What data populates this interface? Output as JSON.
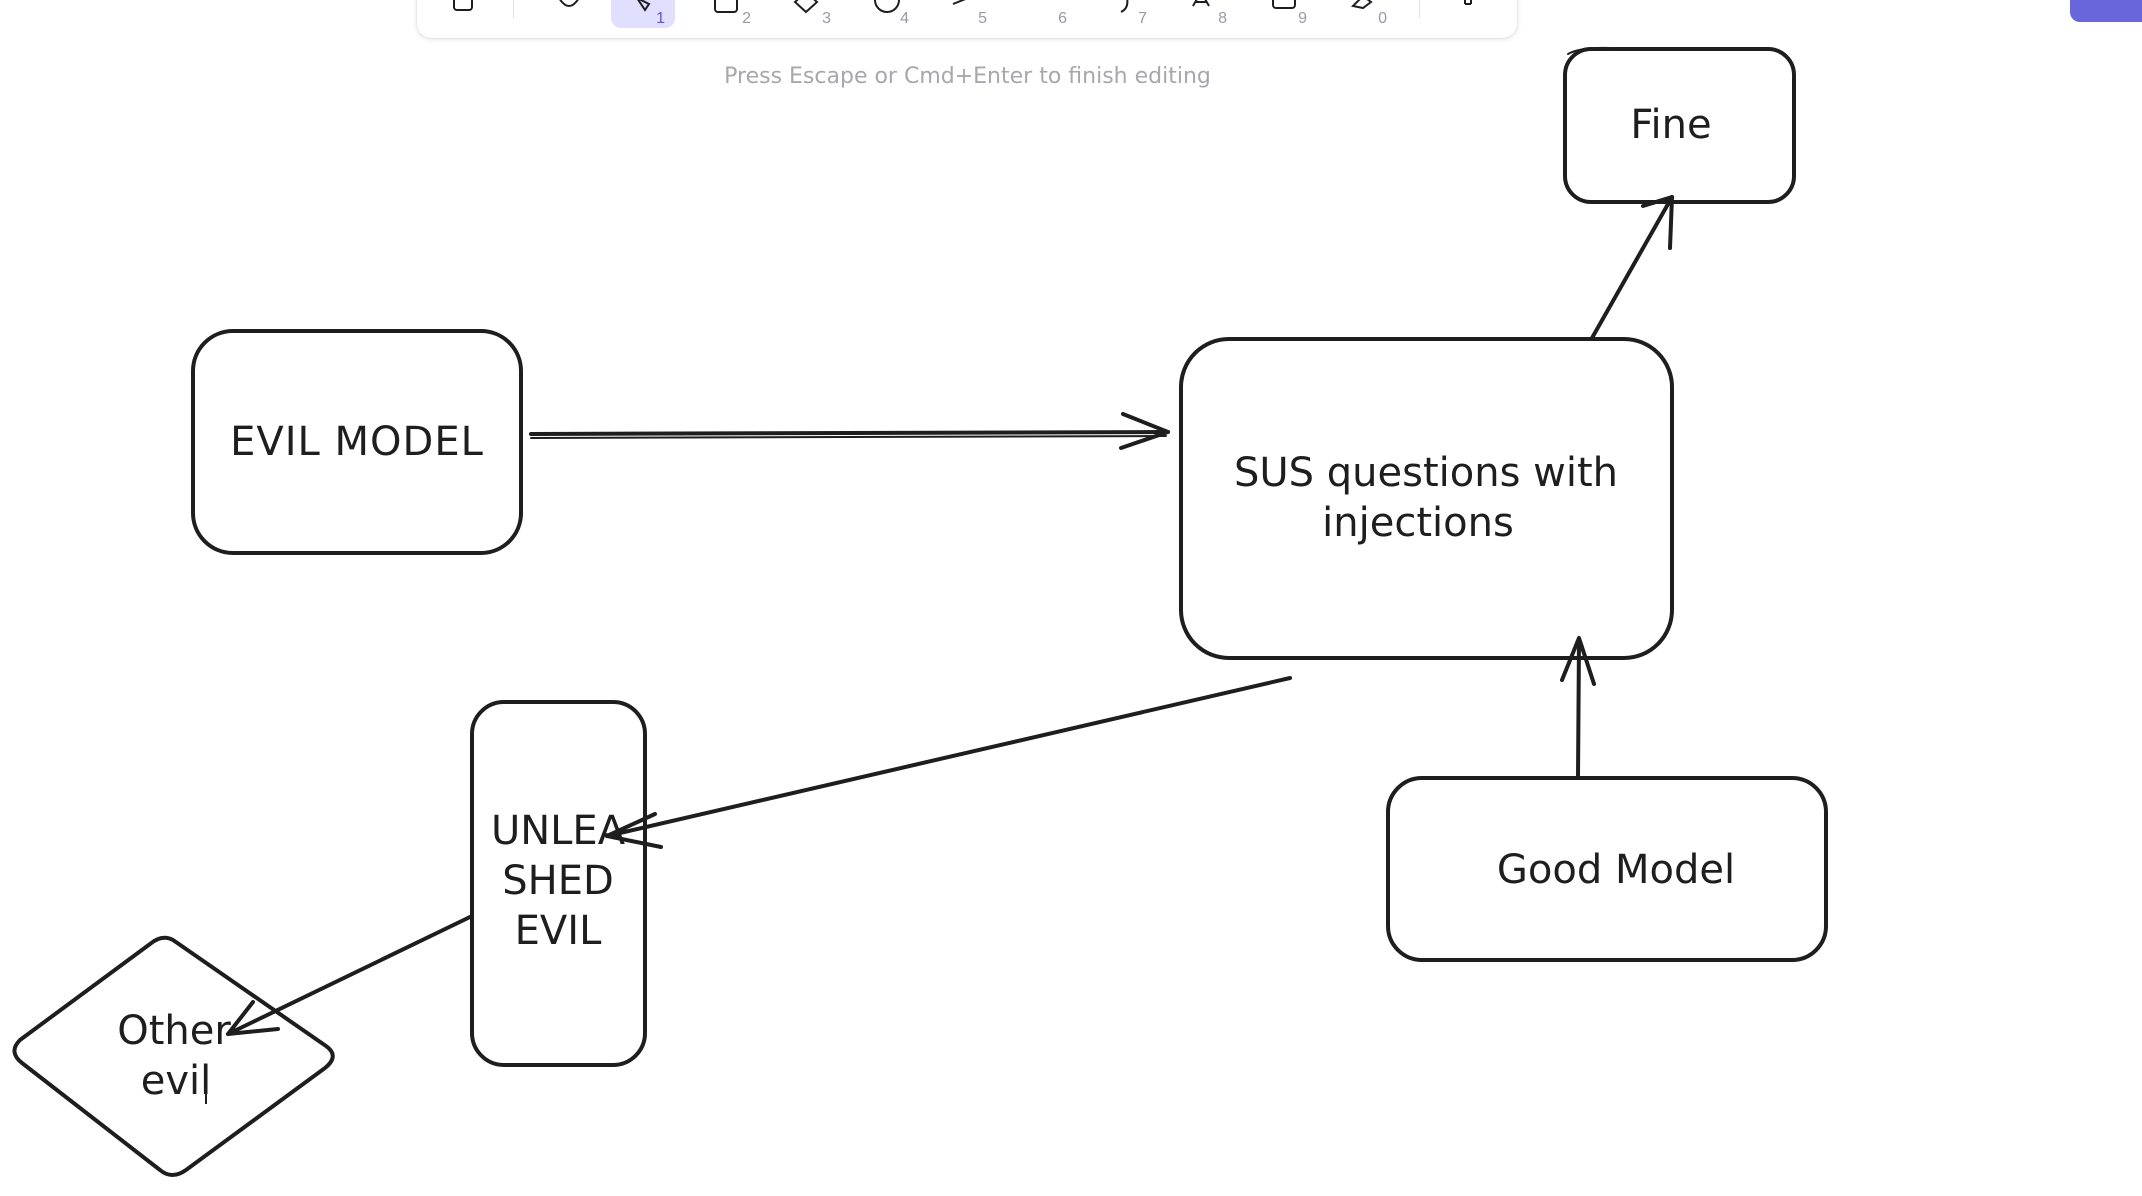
{
  "toolbar": {
    "tools": [
      {
        "name": "lock",
        "key": ""
      },
      {
        "name": "hand",
        "key": ""
      },
      {
        "name": "selection",
        "key": "1",
        "active": true
      },
      {
        "name": "rectangle",
        "key": "2"
      },
      {
        "name": "diamond",
        "key": "3"
      },
      {
        "name": "ellipse",
        "key": "4"
      },
      {
        "name": "arrow",
        "key": "5"
      },
      {
        "name": "line",
        "key": "6"
      },
      {
        "name": "draw",
        "key": "7"
      },
      {
        "name": "text",
        "key": "8"
      },
      {
        "name": "image",
        "key": "9"
      },
      {
        "name": "eraser",
        "key": "0"
      },
      {
        "name": "more-tools",
        "key": ""
      }
    ]
  },
  "hint": "Press Escape or Cmd+Enter to finish editing",
  "canvas": {
    "nodes": {
      "evil_model": "EVIL MODEL",
      "sus_questions": [
        "SUS questions with",
        "injections"
      ],
      "fine": "Fine",
      "good_model": "Good Model",
      "unleashed_evil": [
        "UNLEA",
        "SHED",
        "EVIL"
      ],
      "other_evil": [
        "Other",
        "evil"
      ]
    }
  },
  "colors": {
    "stroke": "#1e1e1e",
    "accent": "#6965db",
    "active_tool_bg": "#e0dfff",
    "hint_text": "#a7a7ad"
  }
}
